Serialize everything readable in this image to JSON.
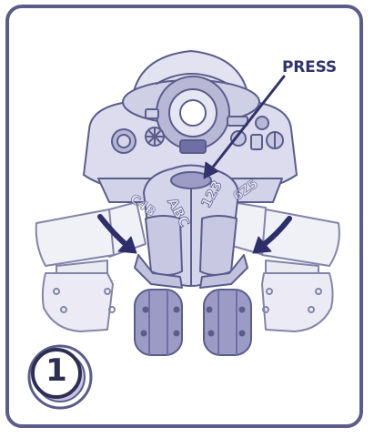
{
  "callout": {
    "label": "PRESS"
  },
  "step": {
    "number": "1"
  },
  "panels": {
    "left_letters": "ABC",
    "right_numbers": "123",
    "left_arm_letters": "C4B",
    "right_arm_numbers": "6Z5"
  },
  "colors": {
    "outline": "#5c5c8c",
    "body_fill": "#d8d8ec",
    "arm_fill": "#ecebf5",
    "dark_fill": "#8f8fbc",
    "arrow": "#33336b",
    "badge_fill": "#c9c2e4"
  }
}
